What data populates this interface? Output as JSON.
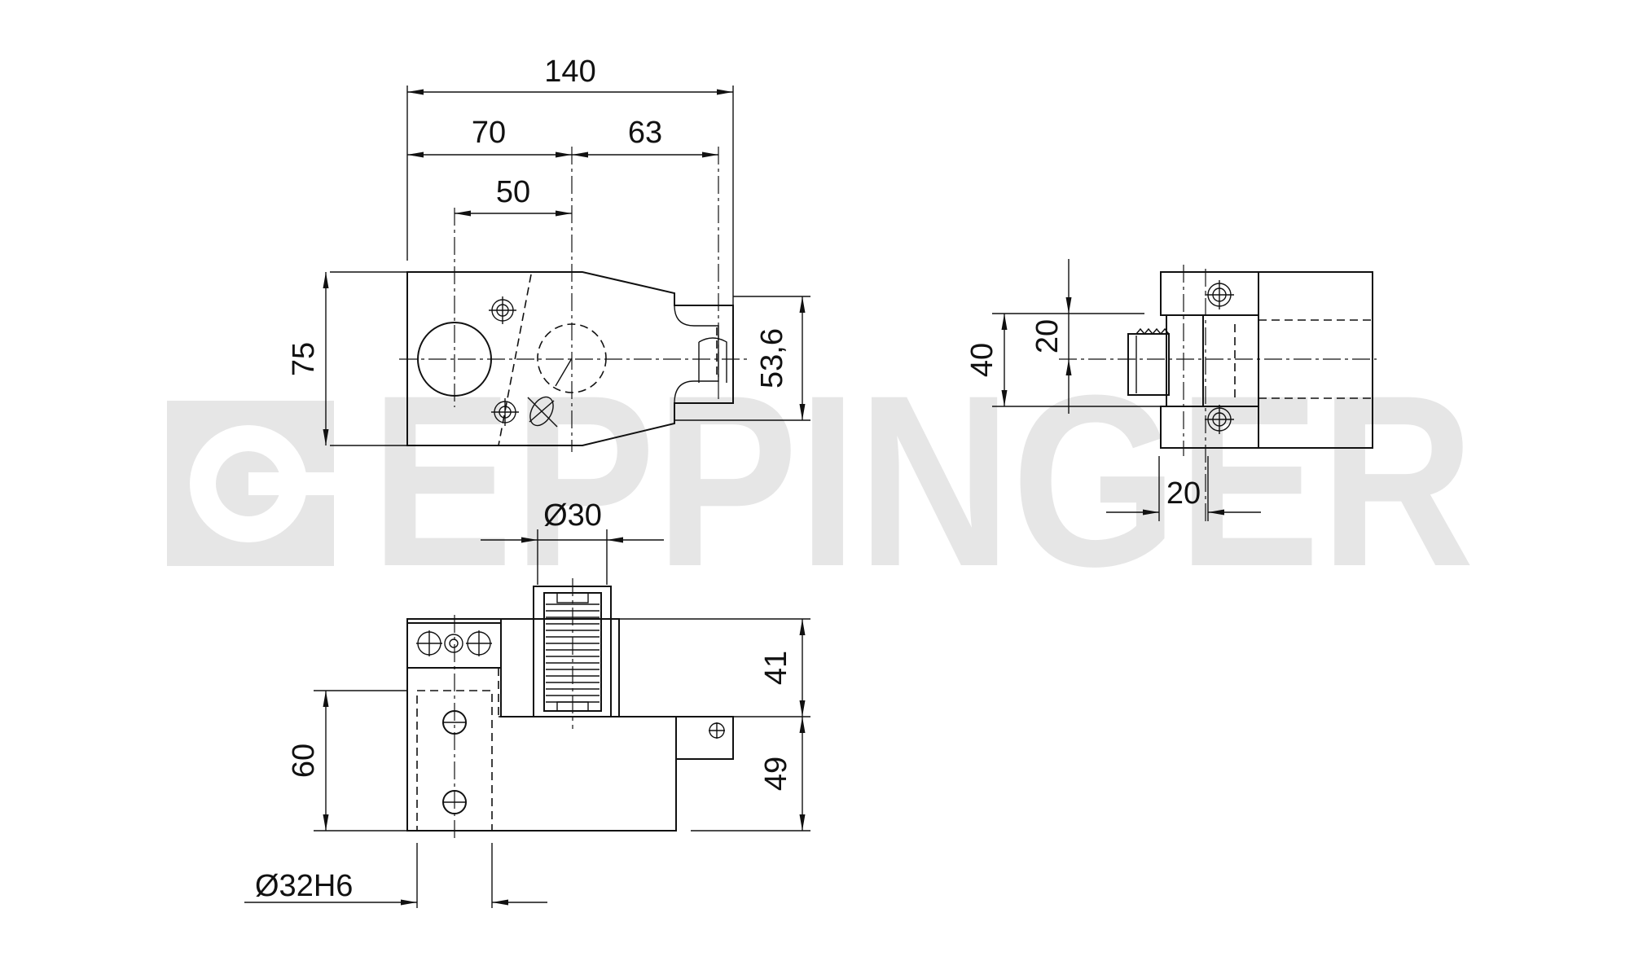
{
  "watermark": "EPPINGER",
  "front_view": {
    "dims": {
      "width_total": "140",
      "width_left": "70",
      "width_right": "63",
      "offset": "50",
      "height": "75",
      "slot_height": "53,6"
    }
  },
  "side_view": {
    "dims": {
      "height": "40",
      "slot": "20",
      "bottom_width": "20"
    }
  },
  "top_view": {
    "dims": {
      "spindle_diameter": "Ø30",
      "upper_height": "41",
      "lower_height": "49",
      "left_height": "60",
      "shank_diameter": "Ø32H6"
    }
  },
  "colors": {
    "line": "#111111",
    "watermark": "#e6e6e6"
  }
}
